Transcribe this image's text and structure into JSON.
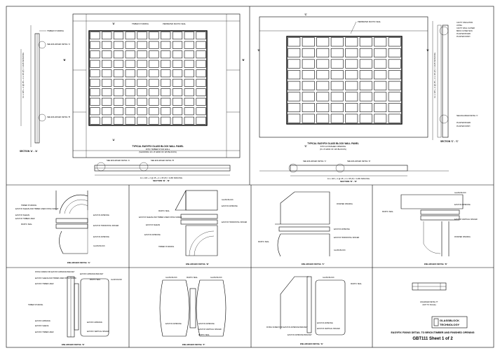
{
  "top_left": {
    "section_label": "SECTION 'A' - 'A'",
    "marks": {
      "a": "'A'",
      "b": "'B'"
    },
    "callouts": {
      "timber_studding": "TIMBER STUDDING",
      "perimeter_mastic": "PERIMETER MASTIC SEAL",
      "see_detail_a": "SEE ENLARGED DETAIL 'A'",
      "see_detail_b": "SEE ENLARGED DETAIL 'B'"
    },
    "dimension": "11 x 115 + 2 @ 25 + 2 x 35 (P) = 1435 SPACING",
    "caption": [
      "TYPICAL EASYFIX GLASS BLOCK WALL PANEL",
      "INTO TIMBER STUD WALL",
      "(SHOWING 10 x 8 GRID OF 115 BLOCKS)"
    ],
    "bottom_dimension": "11 x 115 + 2 @ 25 + 2 x 35 (P) = 1165 SPACING",
    "bottom_section": "SECTION 'B' - 'B'"
  },
  "top_right": {
    "section_label": "SECTION 'C' - 'C'",
    "marks": {
      "c": "'C'",
      "d": "'D'"
    },
    "callouts": {
      "perimeter_mastic": "PERIMETER MASTIC SEAL",
      "see_detail_c": "SEE ENLARGED DETAIL 'C'",
      "see_detail_d": "SEE ENLARGED DETAIL 'D'"
    },
    "layer_labels": [
      "CAVITY INSULATION",
      "LINTEL",
      "CAVITY WALL CLOSER",
      "BRICK OUTER SKIN",
      "PLASTER BOARD",
      "PLASTER FINISH"
    ],
    "side_labels": [
      "SEE ENLARGED DETAIL 'C'",
      "PLASTER BOARD",
      "PLASTER FINISH"
    ],
    "caption": [
      "TYPICAL EASYFIX GLASS BLOCK WALL PANEL",
      "INTO A FINISHED OPENING",
      "(8 x 8 GRID OF 115 BLOCKS)"
    ],
    "bottom_dimension": "11 x 115 + 2 @ 25 + 2 x 35 (P) = 1165 SPACING",
    "bottom_section": "SECTION 'D' - 'D'"
  },
  "details_row1": [
    {
      "label": "ENLARGED DETAIL 'A'",
      "callouts": [
        "TIMBER STUDDING",
        "EASYFIX SLEEVE AND TIMBER LINER FIXING SCREW",
        "EASYFIX SLEEVE",
        "EASYFIX TIMBER LINER",
        "MASTIC SEAL",
        "EASYFIX ADHESIVE",
        "EASYFIX HORIZONTAL SPACER",
        "EASYFIX ADHESIVE",
        "GLASS BLOCK"
      ]
    },
    {
      "label": "ENLARGED DETAIL 'B'",
      "callouts": [
        "GLASS BLOCK",
        "EASYFIX ADHESIVE",
        "MASTIC SEAL",
        "EASYFIX SLEEVE AND TIMBER LINER FIXING SCREW",
        "EASYFIX SLEEVE",
        "EASYFIX HORIZONTAL SPACER",
        "EASYFIX ADHESIVE",
        "TIMBER STUDDING"
      ]
    },
    {
      "label": "ENLARGED DETAIL 'C'",
      "callouts": [
        "FINISHED OPENING",
        "MASTIC SEAL",
        "EASYFIX ADHESIVE",
        "EASYFIX HORIZONTAL SPACER",
        "GLASS BLOCK"
      ]
    },
    {
      "label": "ENLARGED DETAIL 'D'",
      "callouts": [
        "GLASS BLOCK",
        "EASYFIX ADHESIVE",
        "MASTIC SEAL",
        "EASYFIX VERTICAL SPACER",
        "FINISHED OPENING"
      ]
    }
  ],
  "details_row2": [
    {
      "label": "ENLARGED DETAIL 'E'",
      "callouts": [
        "FIXING SCREW FOR EASYFIX ADHESIVE BRACKET",
        "EASYFIX SLEEVE AND TIMBER LINER FIXING SCREW",
        "EASYFIX TIMBER LINER",
        "EASYFIX ADHESIVE BRACKET",
        "MASTIC SEAL",
        "GLASS BLOCK",
        "TIMBER STUDDING",
        "EASYFIX ADHESIVE",
        "EASYFIX SLEEVE",
        "EASYFIX TIMBER LINER",
        "EASYFIX ADHESIVE",
        "EASYFIX VERTICAL SPACER"
      ]
    },
    {
      "label": "ENLARGED DETAIL 'F'",
      "callouts": [
        "GLASS BLOCK",
        "MASTIC SEAL",
        "GLASS BLOCK",
        "EASYFIX ADHESIVE",
        "EASYFIX ADHESIVE",
        "EASYFIX VERTICAL SPACER",
        "MASTIC SEAL"
      ]
    },
    {
      "label": "ENLARGED DETAIL 'G'",
      "callouts": [
        "GLASS BLOCK",
        "MASTIC SEAL",
        "FIXING SCREW FOR EASYFIX ADHESIVE BRACKET",
        "EASYFIX ADHESIVE",
        "EASYFIX VERTICAL SPACER",
        "EASYFIX ADHESIVE BRACKET"
      ]
    }
  ],
  "title_block": {
    "small_detail": [
      "ENLARGED DETAIL 'H'",
      "(NOT TO SCALE)"
    ],
    "logo_line1": "GLASSBLOCK",
    "logo_line2": "TECHNOLOGY",
    "title": "EASYFIX FIXING DETAIL TO BRICK/TIMBER AND FINISHED OPENING",
    "sheet": "GBT111 Sheet 1 of 2"
  }
}
